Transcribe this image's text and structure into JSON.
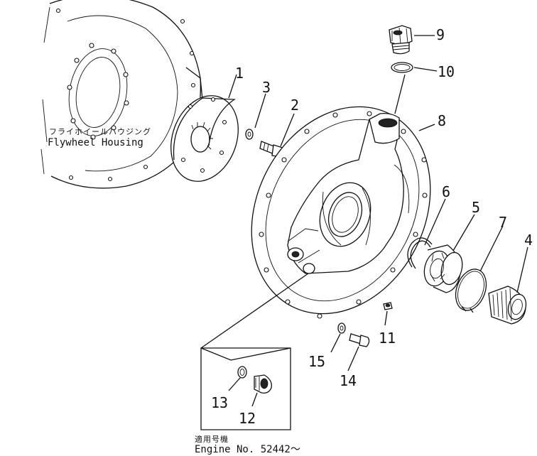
{
  "part_numbers": [
    "1",
    "2",
    "3",
    "4",
    "5",
    "6",
    "7",
    "8",
    "9",
    "10",
    "11",
    "12",
    "13",
    "14",
    "15"
  ],
  "flywheel_housing": {
    "jp": "フライホイールハウジング",
    "en": "Flywheel Housing"
  },
  "engine_note": {
    "jp": "適用号機",
    "en": "Engine  No. 52442～"
  }
}
